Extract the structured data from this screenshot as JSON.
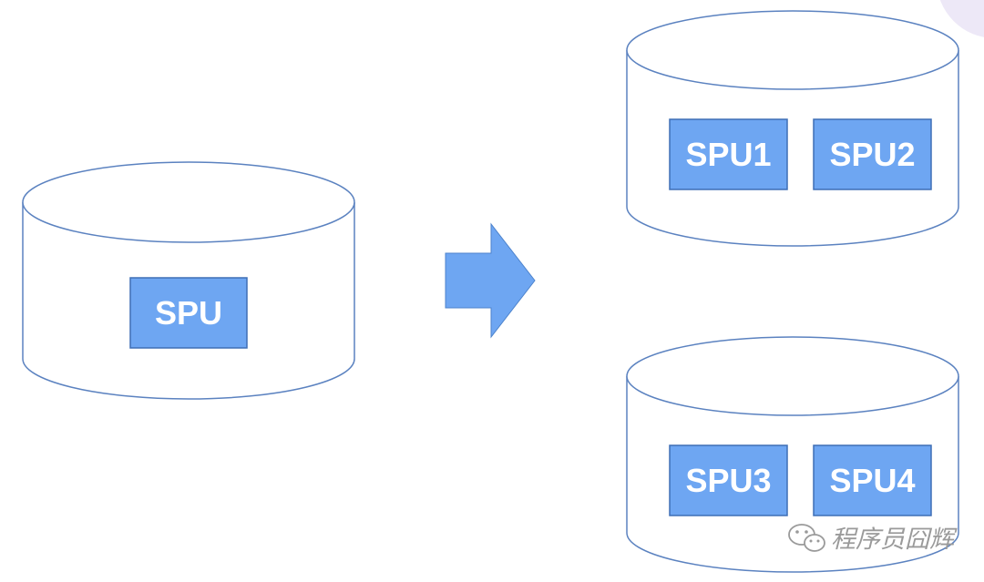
{
  "source_database": {
    "item": "SPU"
  },
  "target_databases": [
    {
      "items": [
        "SPU1",
        "SPU2"
      ]
    },
    {
      "items": [
        "SPU3",
        "SPU4"
      ]
    }
  ],
  "watermark": {
    "text": "程序员囧辉",
    "icon": "wechat-icon"
  },
  "colors": {
    "box_fill": "#6ea6f2",
    "cylinder_stroke": "#5b82c0",
    "watermark": "#9a9a9a"
  }
}
